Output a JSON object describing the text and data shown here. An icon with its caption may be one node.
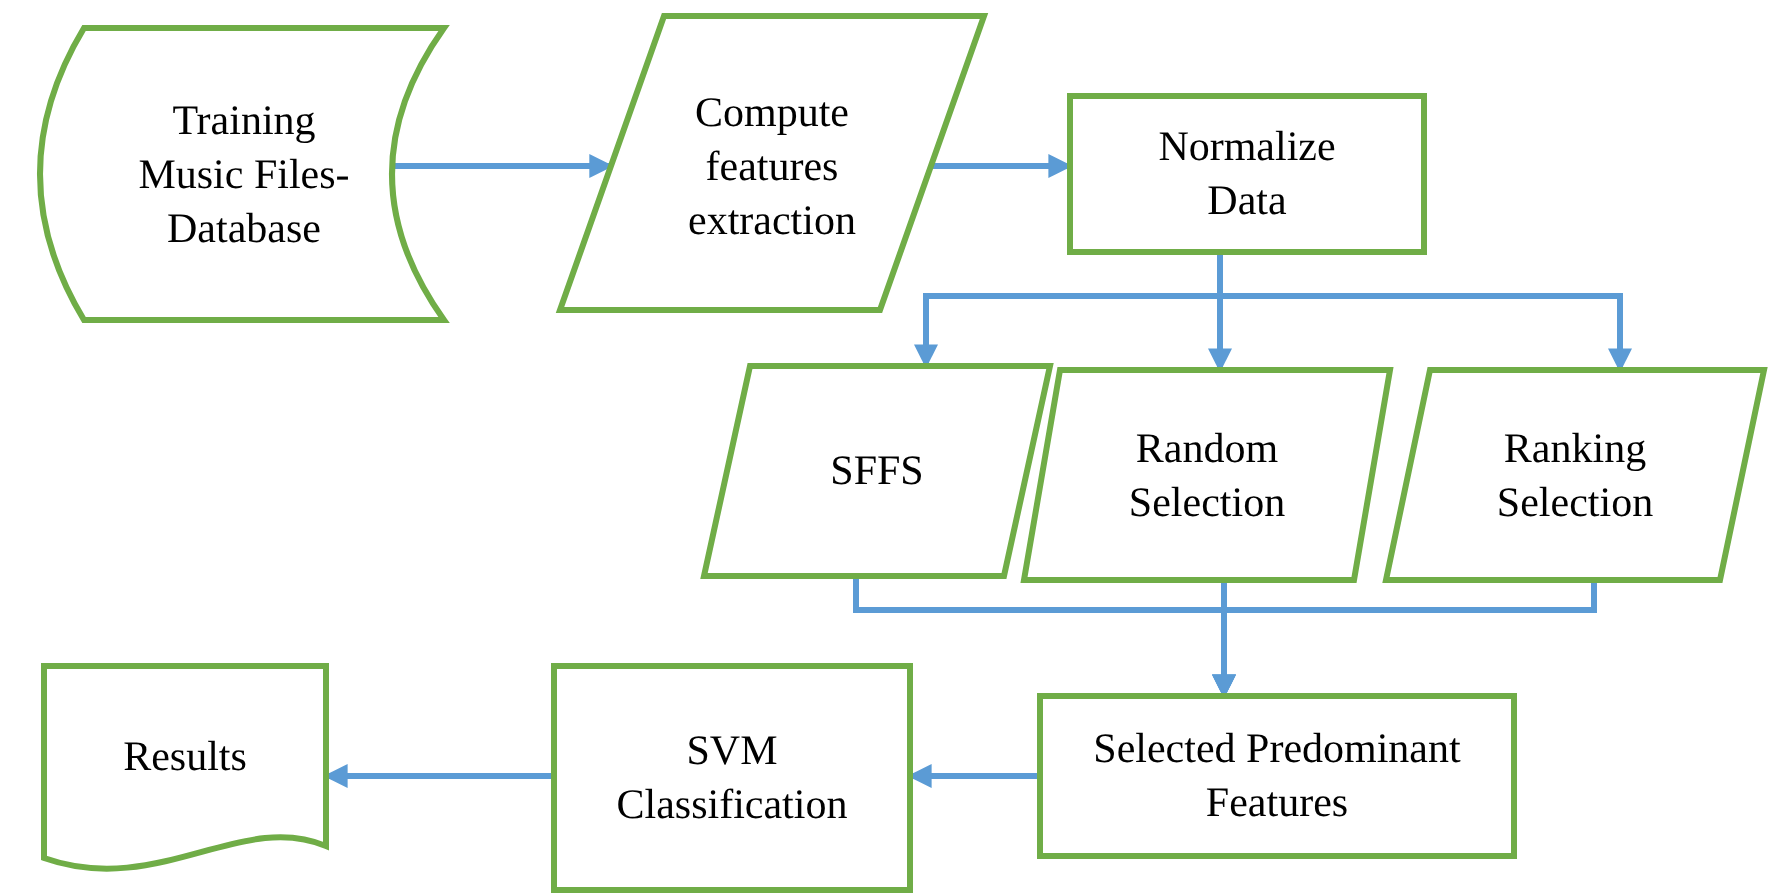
{
  "diagram": {
    "nodes": [
      {
        "text": [
          "Training Music Files- Database"
        ]
      },
      {
        "text": [
          "Compute features extraction"
        ]
      },
      {
        "text": [
          "Normalize Data"
        ]
      },
      {
        "text": [
          "SFFS"
        ]
      },
      {
        "text": [
          "Random Selection"
        ]
      },
      {
        "text": [
          "Ranking Selection"
        ]
      },
      {
        "text": [
          "Selected Predominant Features"
        ]
      },
      {
        "text": [
          "SVM Classification"
        ]
      },
      {
        "text": [
          "Results"
        ]
      }
    ],
    "edges": [
      {
        "from": 0,
        "to": 1,
        "arrow": "to"
      },
      {
        "from": 1,
        "to": 2,
        "arrow": "to"
      },
      {
        "from": 2,
        "to": 3,
        "arrow": "to"
      },
      {
        "from": 2,
        "to": 4,
        "arrow": "to"
      },
      {
        "from": 2,
        "to": 5,
        "arrow": "to"
      },
      {
        "from": 3,
        "to": 6,
        "arrow": "to"
      },
      {
        "from": 4,
        "to": 6,
        "arrow": "to"
      },
      {
        "from": 5,
        "to": 6,
        "arrow": "to"
      },
      {
        "from": 6,
        "to": 7,
        "arrow": "to"
      },
      {
        "from": 7,
        "to": 8,
        "arrow": "to"
      }
    ]
  }
}
